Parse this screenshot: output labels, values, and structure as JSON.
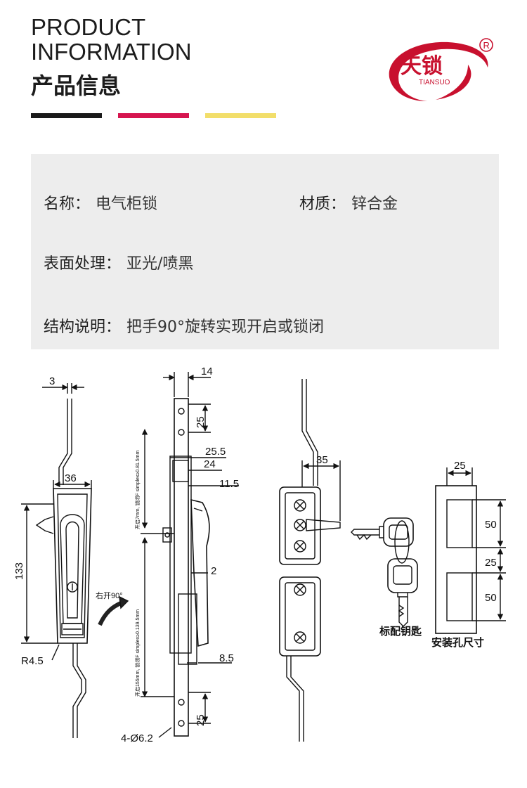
{
  "header": {
    "title_en_line1": "PRODUCT",
    "title_en_line2": "INFORMATION",
    "title_cn": "产品信息",
    "bar_colors": [
      "#1a1a1a",
      "#d6154f",
      "#f2de6a"
    ]
  },
  "logo": {
    "brand_cn": "天锁",
    "brand_en": "TIANSUO",
    "registered_mark": "R",
    "color": "#c8102e"
  },
  "info": {
    "name_label": "名称：",
    "name_value": "电气柜锁",
    "material_label": "材质：",
    "material_value": "锌合金",
    "surface_label": "表面处理：",
    "surface_value": "亚光/喷黑",
    "structure_label": "结构说明：",
    "structure_value": "把手90°旋转实现开启或锁闭"
  },
  "diagram": {
    "dims": {
      "d3": "3",
      "d36": "36",
      "d133": "133",
      "r45": "R4.5",
      "rotate": "右开90°",
      "d14": "14",
      "d25a": "25",
      "d255": "25.5",
      "d24": "24",
      "d115": "11.5",
      "d2": "2",
      "d85": "8.5",
      "d25b": "25",
      "d62": "4-Ø6.2",
      "vert_top": "开启7mm, 锁闭F simplex≥0.81.5mm",
      "vert_bottom": "开启155mm, 锁闭F simplex≥0.139.5mm",
      "d35": "35",
      "h25": "25",
      "h50a": "50",
      "h25b": "25",
      "h50b": "50"
    },
    "key_label": "标配钥匙",
    "hole_label": "安装孔尺寸"
  }
}
